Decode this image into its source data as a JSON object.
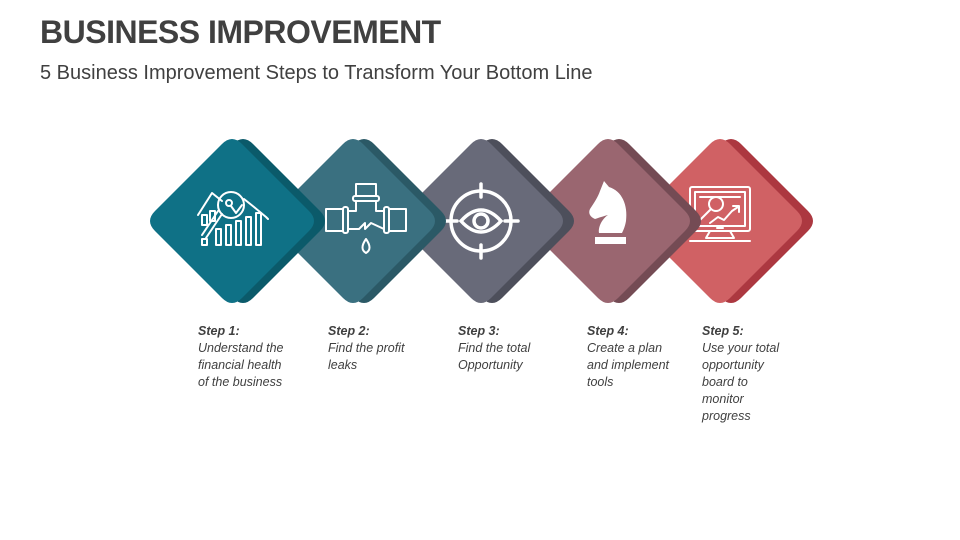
{
  "header": {
    "title": "BUSINESS IMPROVEMENT",
    "subtitle": "5 Business Improvement Steps to Transform Your Bottom Line"
  },
  "steps": [
    {
      "label": "Step 1:",
      "description": "Understand the financial health of the business",
      "icon": "financial-analysis-icon",
      "color": "#0f7186",
      "shadow": "#0b5a6a"
    },
    {
      "label": "Step 2:",
      "description": "Find the profit leaks",
      "icon": "leaking-pipe-icon",
      "color": "#3a7080",
      "shadow": "#2b5966"
    },
    {
      "label": "Step 3:",
      "description": "Find the total Opportunity",
      "icon": "eye-target-icon",
      "color": "#686a79",
      "shadow": "#4d4f5b"
    },
    {
      "label": "Step 4:",
      "description": "Create a plan and implement tools",
      "icon": "chess-knight-icon",
      "color": "#9a6670",
      "shadow": "#744b54"
    },
    {
      "label": "Step 5:",
      "description": "Use your total opportunity board to monitor progress",
      "icon": "monitor-analytics-icon",
      "color": "#d06164",
      "shadow": "#ac3840"
    }
  ]
}
